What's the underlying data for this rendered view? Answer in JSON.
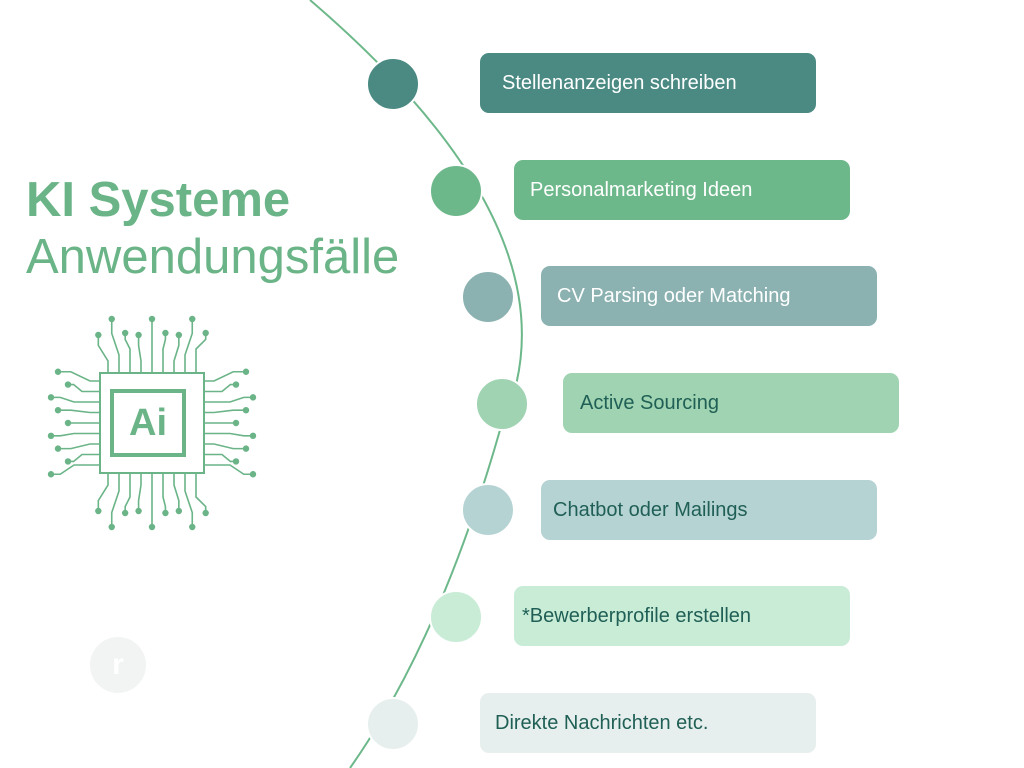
{
  "title": {
    "line1": "KI Systeme",
    "line2": "Anwendungsfälle"
  },
  "chip": {
    "label": "Ai",
    "color": "#6ab487",
    "icon": "ai-chip-icon"
  },
  "logo": {
    "glyph": "r",
    "icon": "brand-logo-icon"
  },
  "use_cases": [
    {
      "label": "Stellenanzeigen schreiben",
      "color": "#4a8a82",
      "text_color": "#ffffff"
    },
    {
      "label": "Personalmarketing Ideen",
      "color": "#6db88a",
      "text_color": "#ffffff"
    },
    {
      "label": "CV Parsing oder Matching",
      "color": "#8bb2b1",
      "text_color": "#ffffff"
    },
    {
      "label": "Active Sourcing",
      "color": "#9fd3b1",
      "text_color": "#1f5f55"
    },
    {
      "label": "Chatbot oder Mailings",
      "color": "#b6d3d4",
      "text_color": "#1f5f55"
    },
    {
      "label": "*Bewerberprofile erstellen",
      "color": "#c9ecd7",
      "text_color": "#1f5f55"
    },
    {
      "label": "Direkte Nachrichten etc.",
      "color": "#e6efed",
      "text_color": "#1f5f55"
    }
  ]
}
